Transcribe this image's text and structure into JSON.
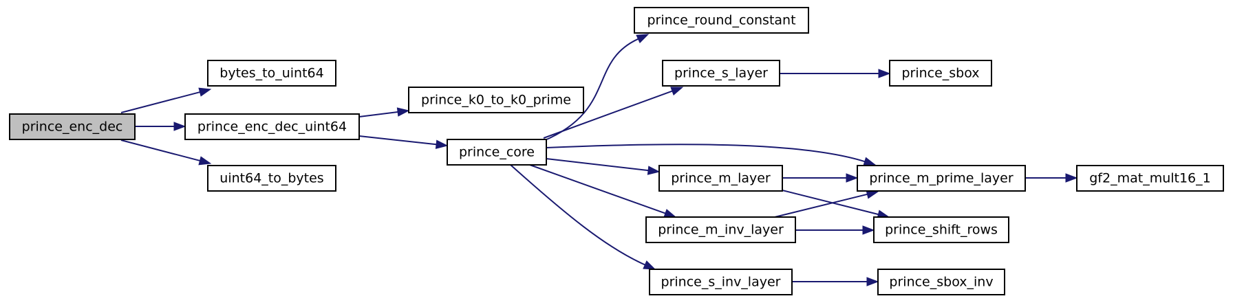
{
  "diagram": {
    "type": "call-graph",
    "colors": {
      "edge": "#191970",
      "root_fill": "#bfbfbf",
      "node_fill": "#ffffff",
      "border": "#000000"
    },
    "nodes": [
      {
        "id": "enc_dec",
        "label": "prince_enc_dec",
        "root": true
      },
      {
        "id": "bytes_to",
        "label": "bytes_to_uint64"
      },
      {
        "id": "enc_dec64",
        "label": "prince_enc_dec_uint64"
      },
      {
        "id": "uint64_to",
        "label": "uint64_to_bytes"
      },
      {
        "id": "k0",
        "label": "prince_k0_to_k0_prime"
      },
      {
        "id": "core",
        "label": "prince_core"
      },
      {
        "id": "round_c",
        "label": "prince_round_constant"
      },
      {
        "id": "s_layer",
        "label": "prince_s_layer"
      },
      {
        "id": "m_layer",
        "label": "prince_m_layer"
      },
      {
        "id": "m_inv",
        "label": "prince_m_inv_layer"
      },
      {
        "id": "s_inv_layer",
        "label": "prince_s_inv_layer"
      },
      {
        "id": "sbox",
        "label": "prince_sbox"
      },
      {
        "id": "m_prime",
        "label": "prince_m_prime_layer"
      },
      {
        "id": "shift_rows",
        "label": "prince_shift_rows"
      },
      {
        "id": "sbox_inv",
        "label": "prince_sbox_inv"
      },
      {
        "id": "gf2",
        "label": "gf2_mat_mult16_1"
      }
    ],
    "edges": [
      {
        "from": "enc_dec",
        "to": "bytes_to"
      },
      {
        "from": "enc_dec",
        "to": "enc_dec64"
      },
      {
        "from": "enc_dec",
        "to": "uint64_to"
      },
      {
        "from": "enc_dec64",
        "to": "k0"
      },
      {
        "from": "enc_dec64",
        "to": "core"
      },
      {
        "from": "core",
        "to": "round_c"
      },
      {
        "from": "core",
        "to": "s_layer"
      },
      {
        "from": "core",
        "to": "m_prime"
      },
      {
        "from": "core",
        "to": "m_layer"
      },
      {
        "from": "core",
        "to": "m_inv"
      },
      {
        "from": "core",
        "to": "s_inv_layer"
      },
      {
        "from": "s_layer",
        "to": "sbox"
      },
      {
        "from": "m_layer",
        "to": "m_prime"
      },
      {
        "from": "m_layer",
        "to": "shift_rows"
      },
      {
        "from": "m_inv",
        "to": "m_prime"
      },
      {
        "from": "m_inv",
        "to": "shift_rows"
      },
      {
        "from": "s_inv_layer",
        "to": "sbox_inv"
      },
      {
        "from": "m_prime",
        "to": "gf2"
      }
    ]
  }
}
